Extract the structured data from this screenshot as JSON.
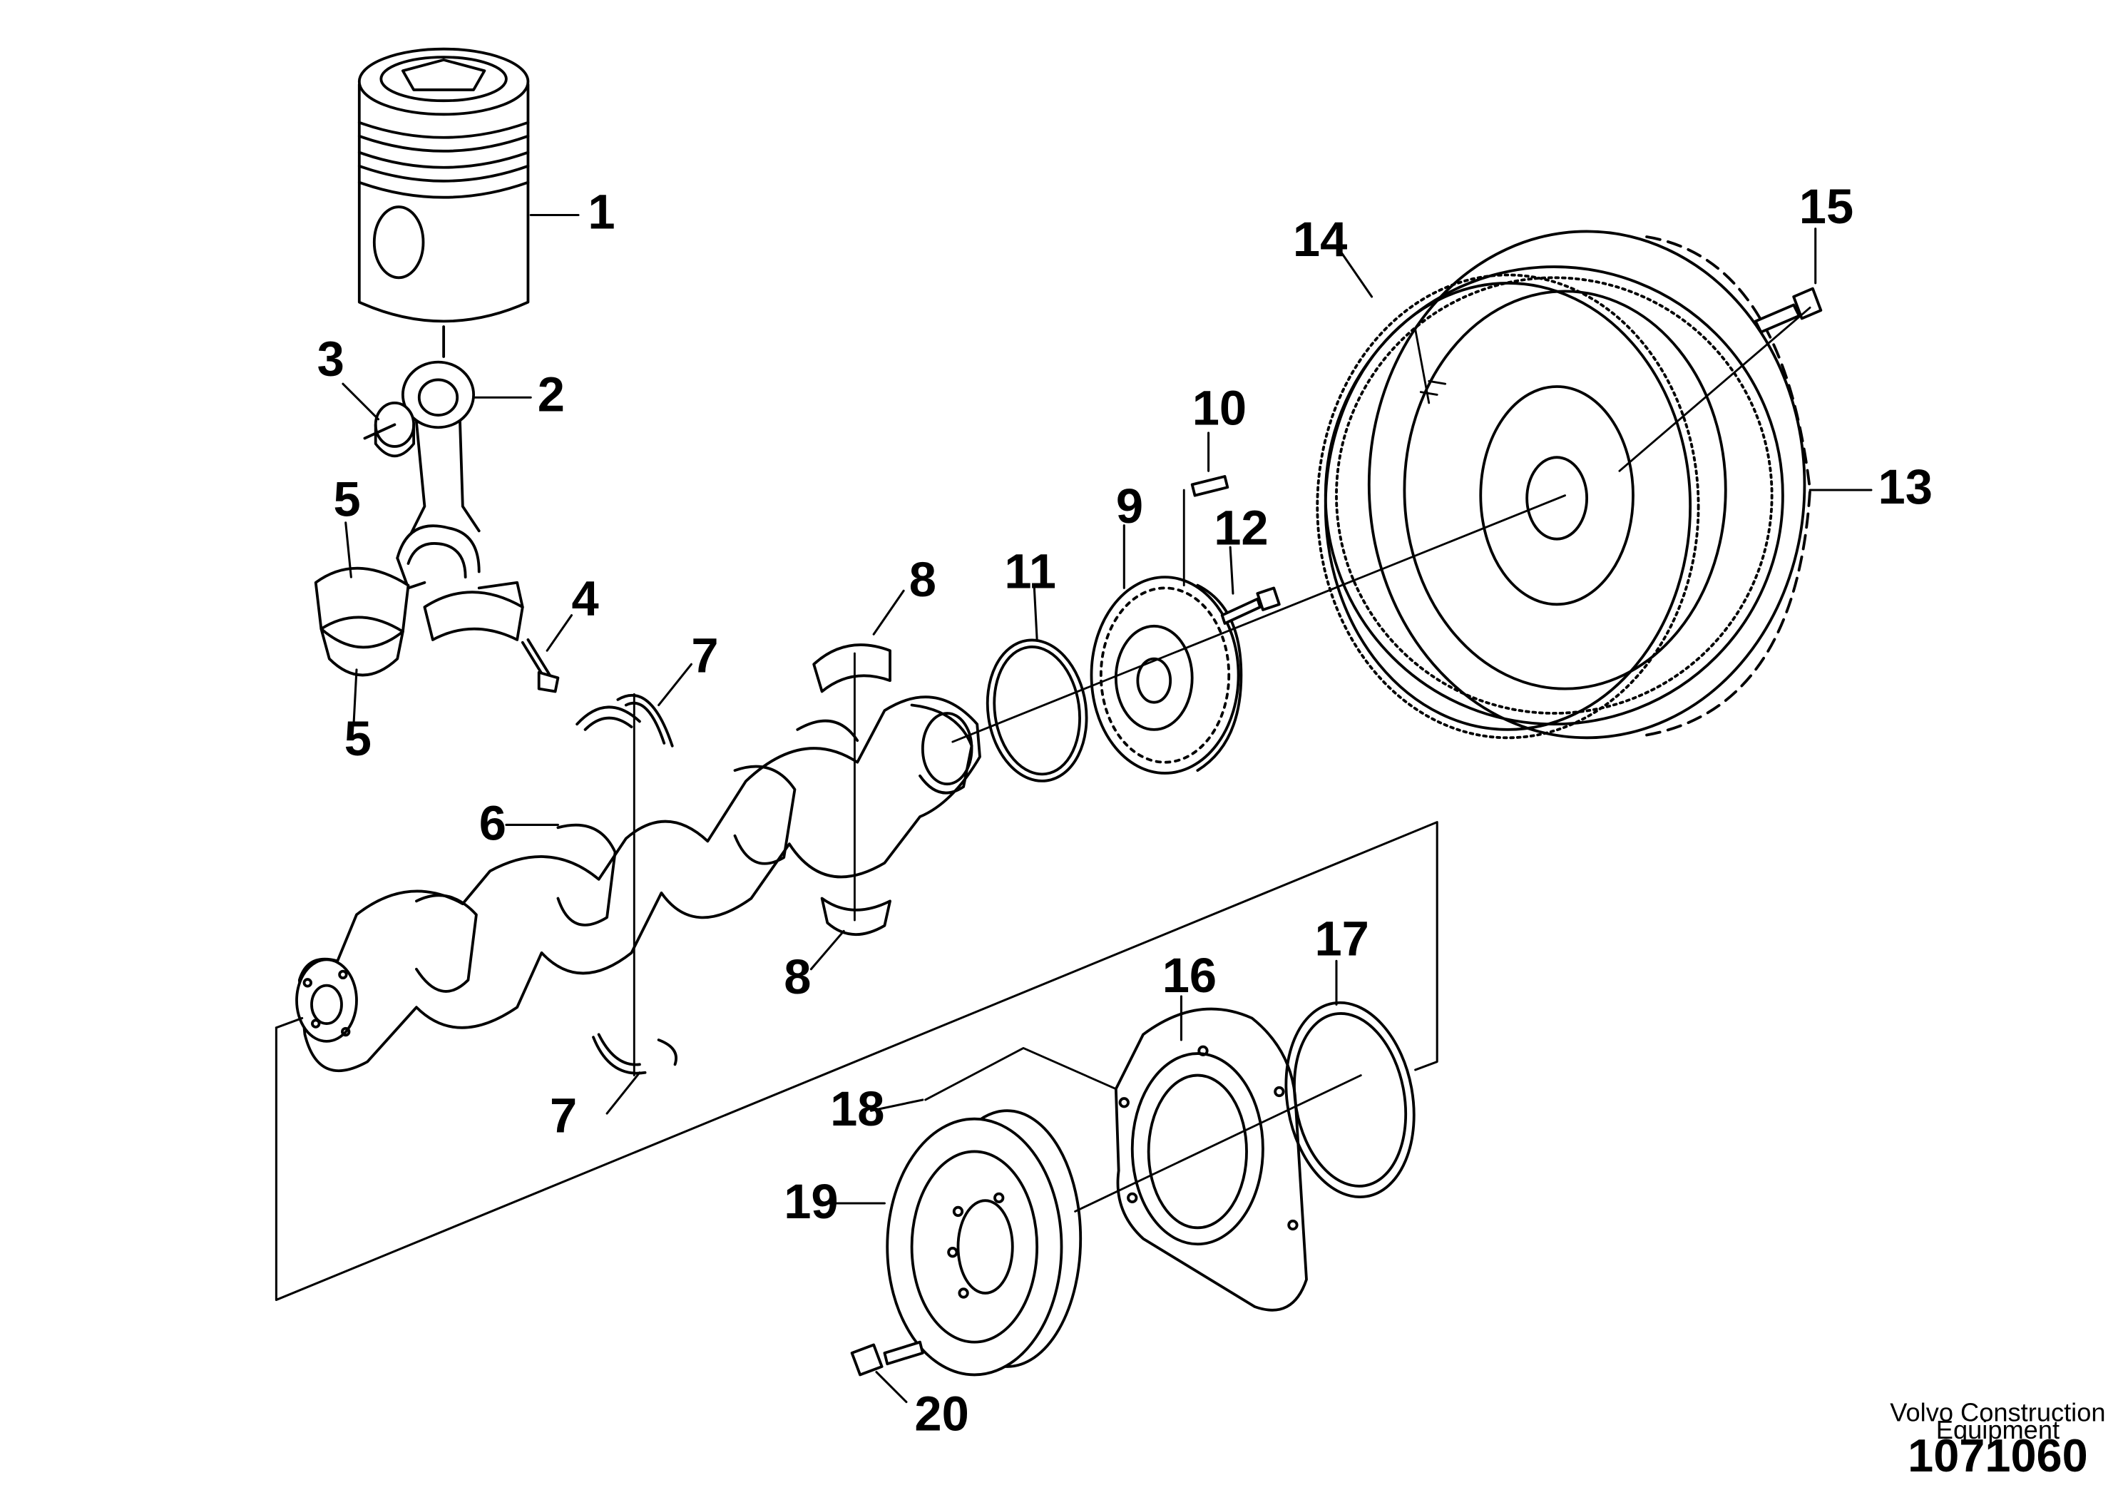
{
  "callouts": [
    "1",
    "2",
    "3",
    "4",
    "5",
    "5",
    "6",
    "7",
    "7",
    "8",
    "8",
    "9",
    "10",
    "11",
    "12",
    "13",
    "14",
    "15",
    "16",
    "17",
    "18",
    "19",
    "20"
  ],
  "footer": {
    "company_line1": "Volvo Construction",
    "company_line2": "Equipment",
    "drawing_number": "1071060"
  }
}
